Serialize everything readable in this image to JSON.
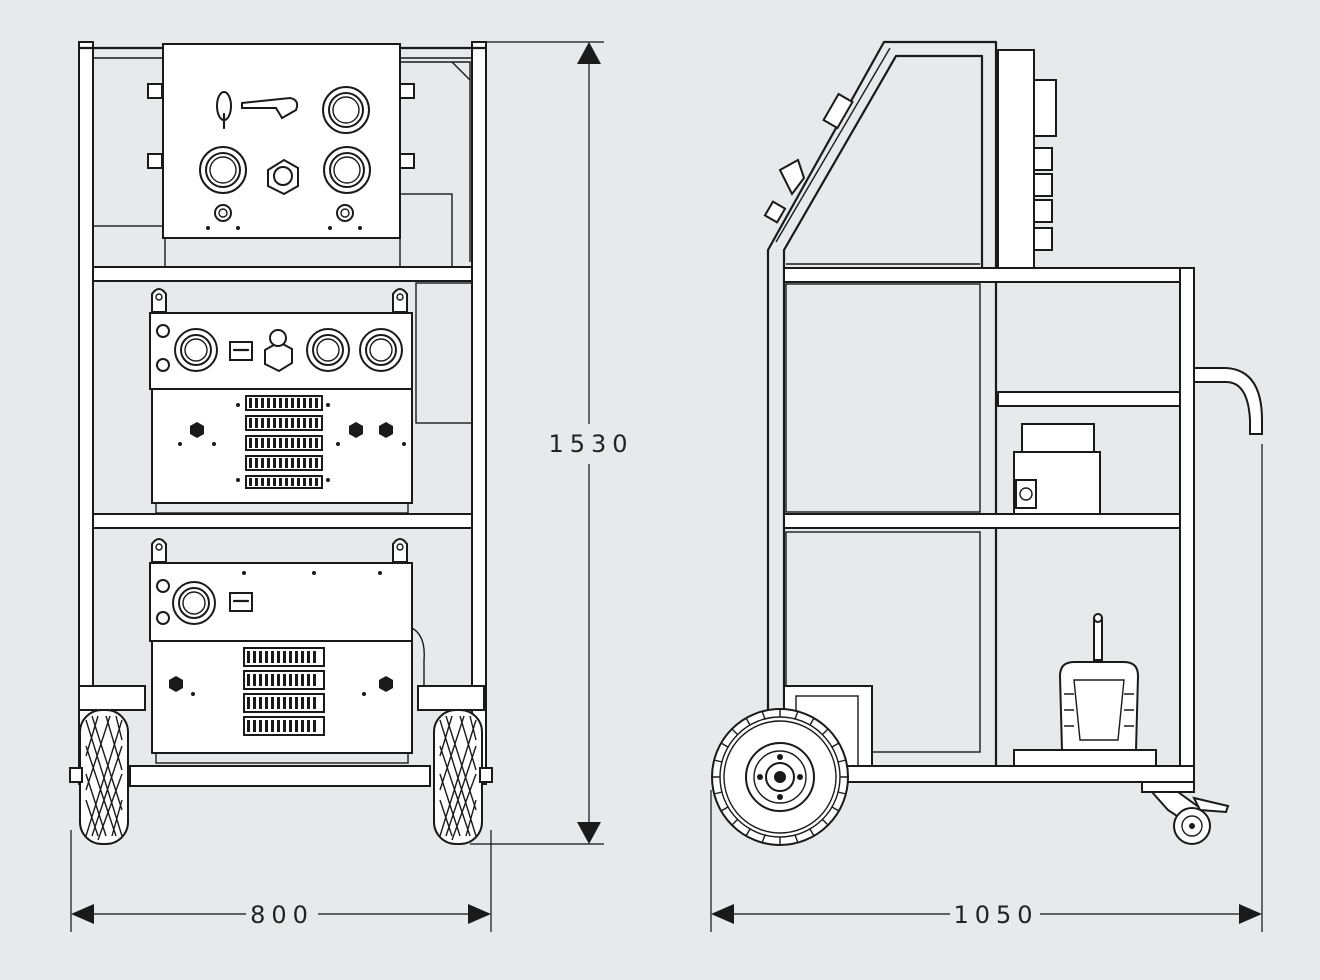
{
  "dimensions": {
    "front_width": "800",
    "height": "1530",
    "side_length": "1050"
  },
  "colors": {
    "background": "#e8e9eb",
    "line": "#1a1a1a",
    "fill": "#ffffff"
  }
}
